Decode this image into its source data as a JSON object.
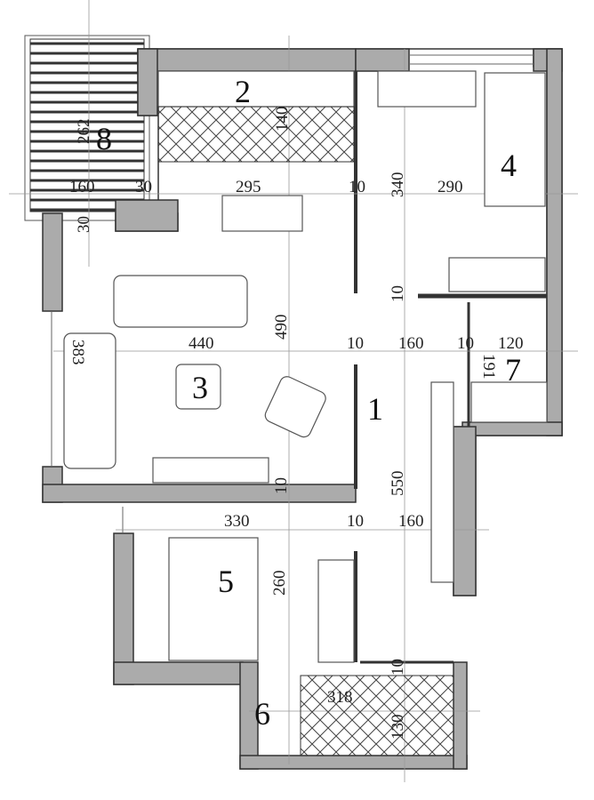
{
  "rooms": [
    {
      "id": "1",
      "label": "1"
    },
    {
      "id": "2",
      "label": "2"
    },
    {
      "id": "3",
      "label": "3"
    },
    {
      "id": "4",
      "label": "4"
    },
    {
      "id": "5",
      "label": "5"
    },
    {
      "id": "6",
      "label": "6"
    },
    {
      "id": "7",
      "label": "7"
    },
    {
      "id": "8",
      "label": "8"
    }
  ],
  "dimensions": {
    "balcony_length": "262",
    "balcony_width": "160",
    "wall_30_a": "30",
    "wall_30_b": "30",
    "kitchen_depth": "140",
    "kitchen_width": "295",
    "wall_10_a": "10",
    "room4_height": "340",
    "room4_width": "290",
    "wall_10_b": "10",
    "living_width": "440",
    "living_height": "490",
    "wall_10_c": "10",
    "hall_width": "160",
    "wall_10_d": "10",
    "closet_width": "120",
    "closet_depth": "191",
    "sofa_length": "383",
    "hall_length": "550",
    "wall_10_e": "10",
    "bedroom_width": "330",
    "wall_10_f": "10",
    "hall_width_2": "160",
    "bedroom_height": "260",
    "wall_10_g": "10",
    "bath_width": "318",
    "bath_height": "130"
  }
}
